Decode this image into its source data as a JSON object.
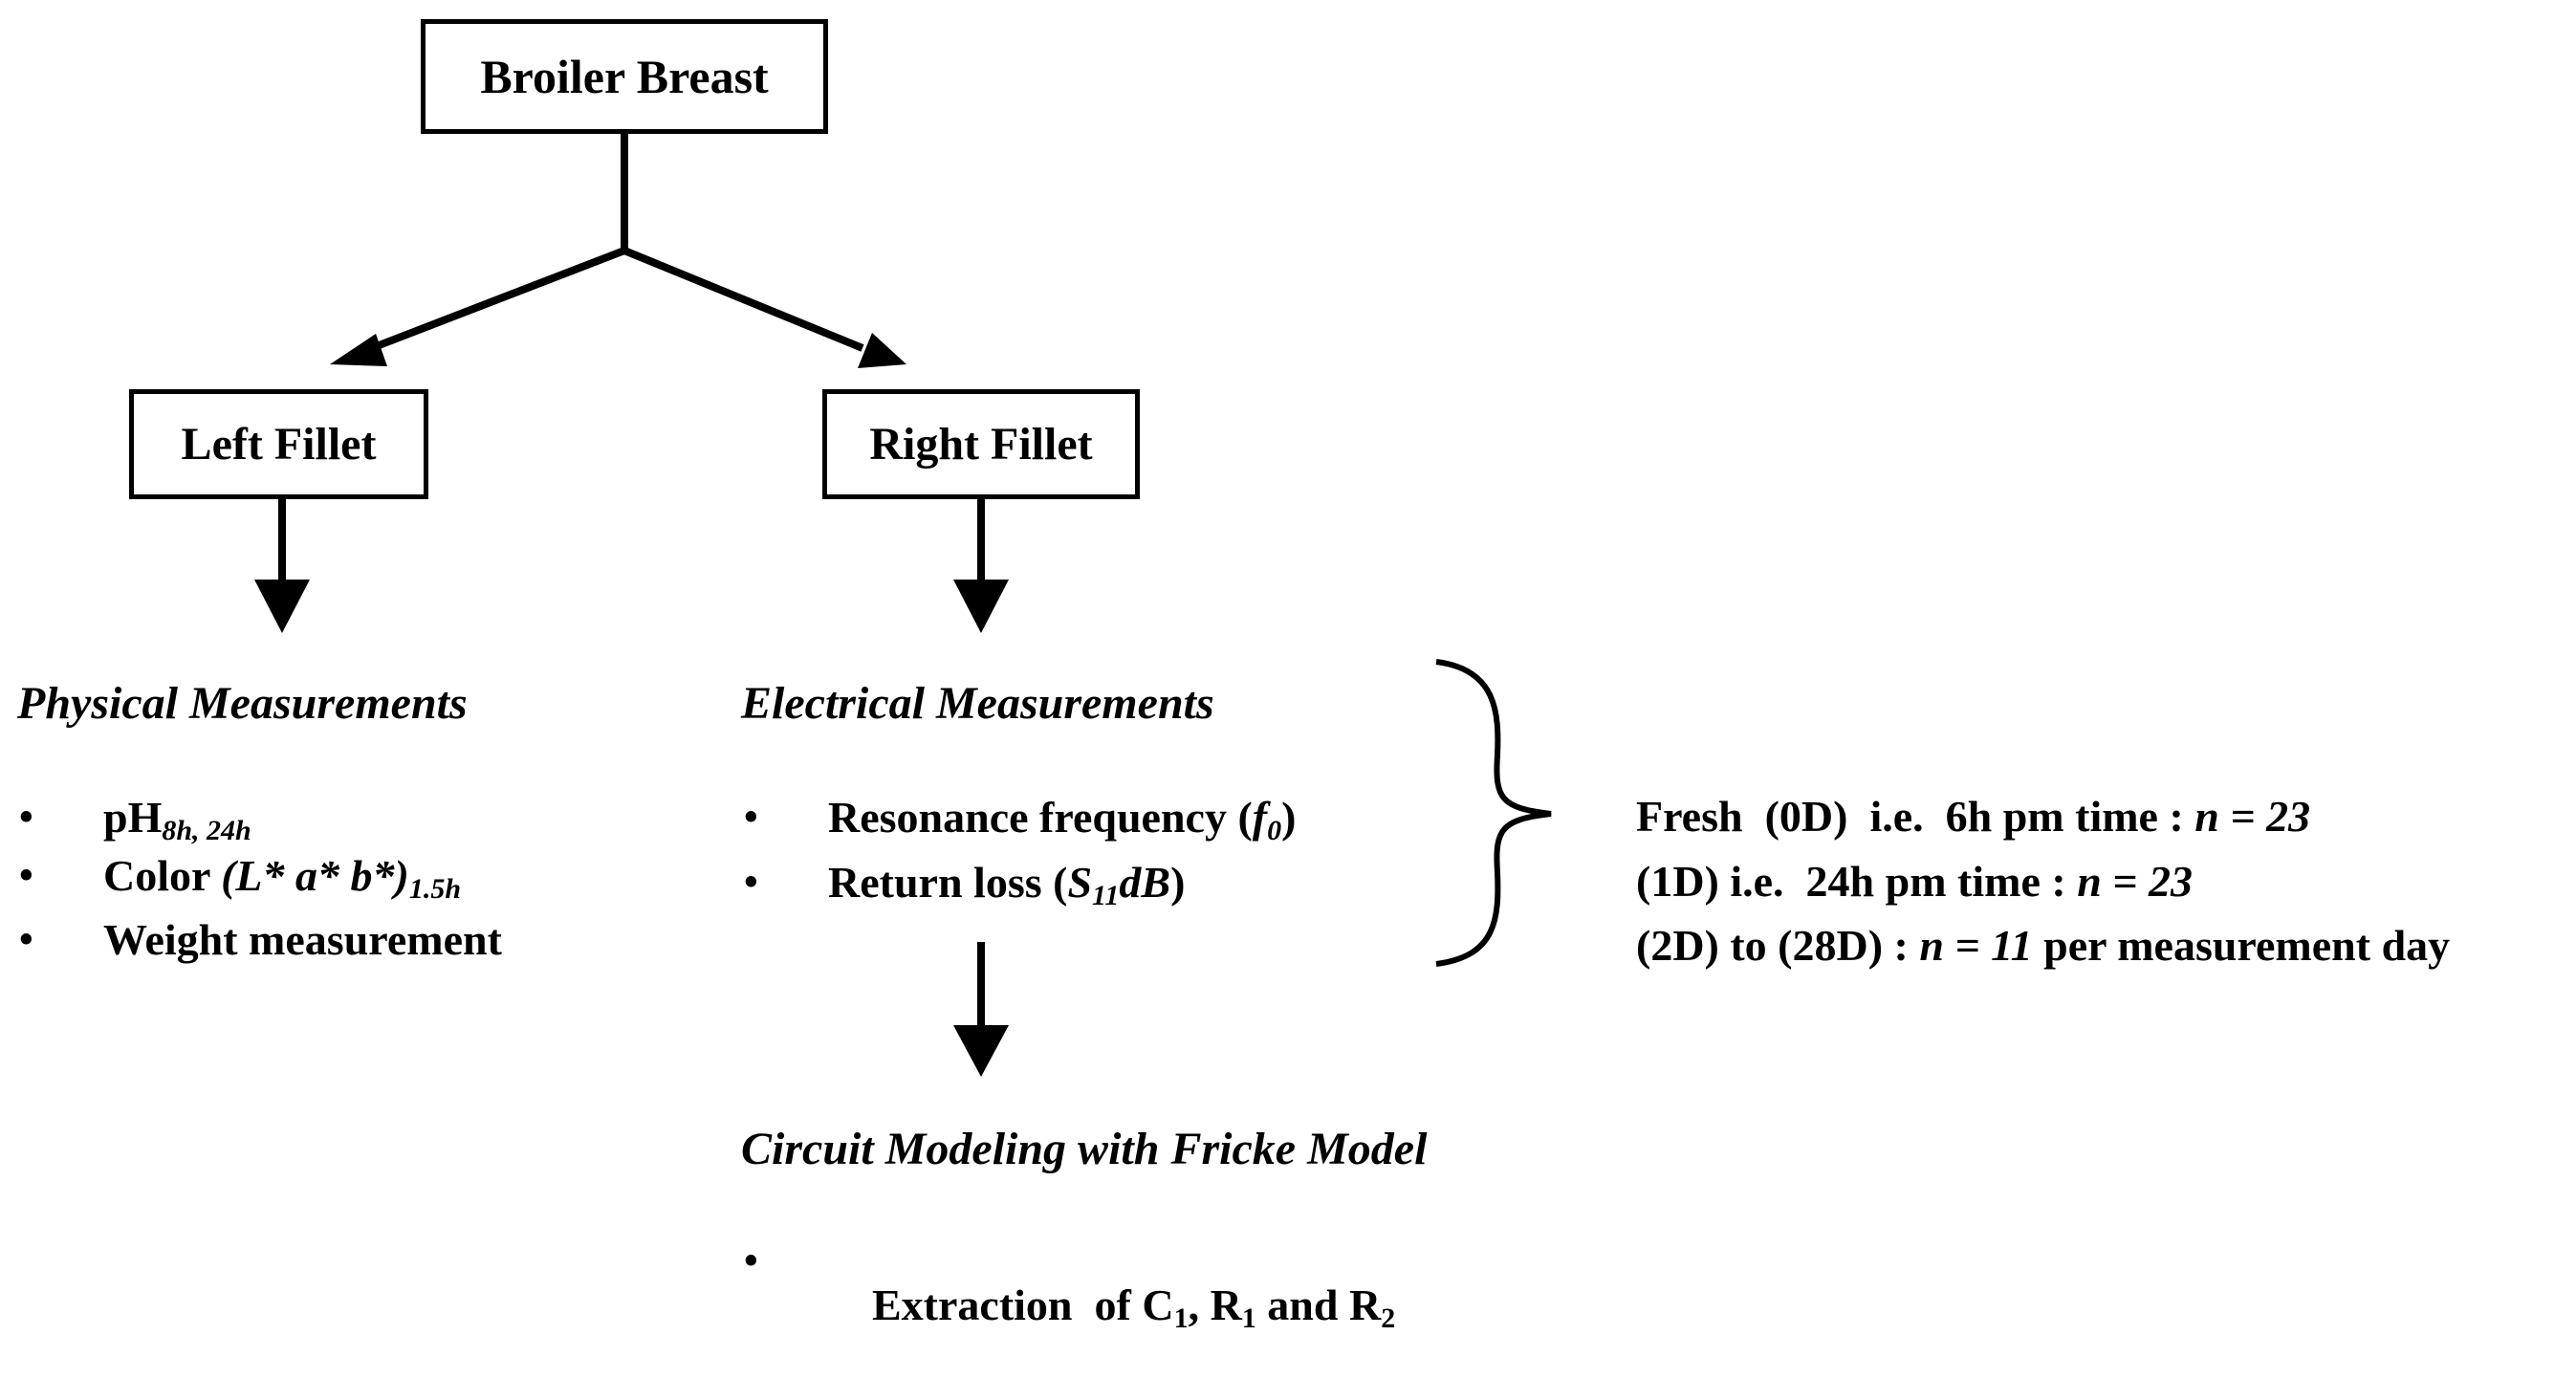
{
  "nodes": {
    "root": "Broiler Breast",
    "left": "Left Fillet",
    "right": "Right Fillet"
  },
  "physical": {
    "heading": "Physical Measurements",
    "ph_main": "pH",
    "ph_sub": "8h, 24h",
    "color_main": "Color",
    "color_vars": "(L* a* b*)",
    "color_sub": "1.5h",
    "weight": "Weight measurement"
  },
  "electrical": {
    "heading": "Electrical Measurements",
    "resonance_label": "Resonance frequency",
    "resonance_open": "(",
    "resonance_sym": "f",
    "resonance_sub": "0",
    "resonance_close": ")",
    "return_label": "Return loss",
    "return_open": "(",
    "return_sym": "S",
    "return_sub": "11",
    "return_unit": "dB",
    "return_close": ")"
  },
  "samples": {
    "line1_text": "Fresh  (0D)  i.e.  6h pm time : ",
    "line1_n": "n = 23",
    "line2_text": "(1D) i.e.  24h pm time : ",
    "line2_n": "n = 23",
    "line3_text": "(2D) to (28D) : ",
    "line3_n": "n = 11",
    "line3_tail": " per measurement day"
  },
  "circuit": {
    "heading": "Circuit Modeling with Fricke Model",
    "extraction_prefix": "Extraction  of C",
    "c_sub": "1",
    "sep1": ", R",
    "r1_sub": "1",
    "sep2": " and R",
    "r2_sub": "2"
  },
  "bullet_glyph": "•"
}
